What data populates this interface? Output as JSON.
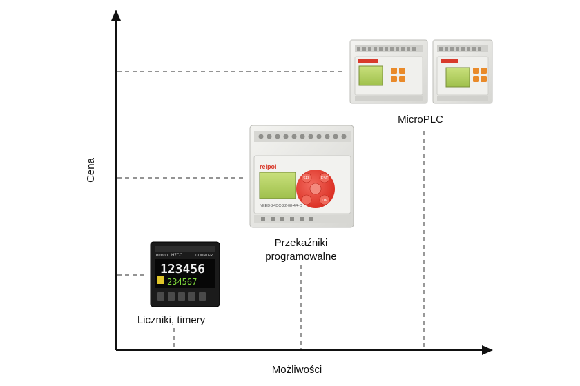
{
  "axes": {
    "y_label": "Cena",
    "x_label": "Możliwości"
  },
  "items": [
    {
      "label_lines": [
        "Liczniki, timery"
      ]
    },
    {
      "label_lines": [
        "Przekaźniki",
        "programowalne"
      ]
    },
    {
      "label_lines": [
        "MicroPLC"
      ]
    }
  ],
  "devices": {
    "counter": {
      "brand": "omron",
      "model": "H7CC",
      "tag": "COUNTER",
      "display_top": "123456",
      "display_bottom": "234567"
    },
    "relay": {
      "brand": "relpol",
      "model": "NEED-24DC-22-08-4R-D",
      "keys": [
        "SEL",
        "ESC",
        "OK"
      ]
    }
  },
  "colors": {
    "axis": "#111111",
    "guide": "#555555",
    "device_body": "#e8e8e4",
    "keypad_red": "#e63a2e",
    "lcd_green": "#b8d56a",
    "counter_body": "#1b1b1b"
  }
}
